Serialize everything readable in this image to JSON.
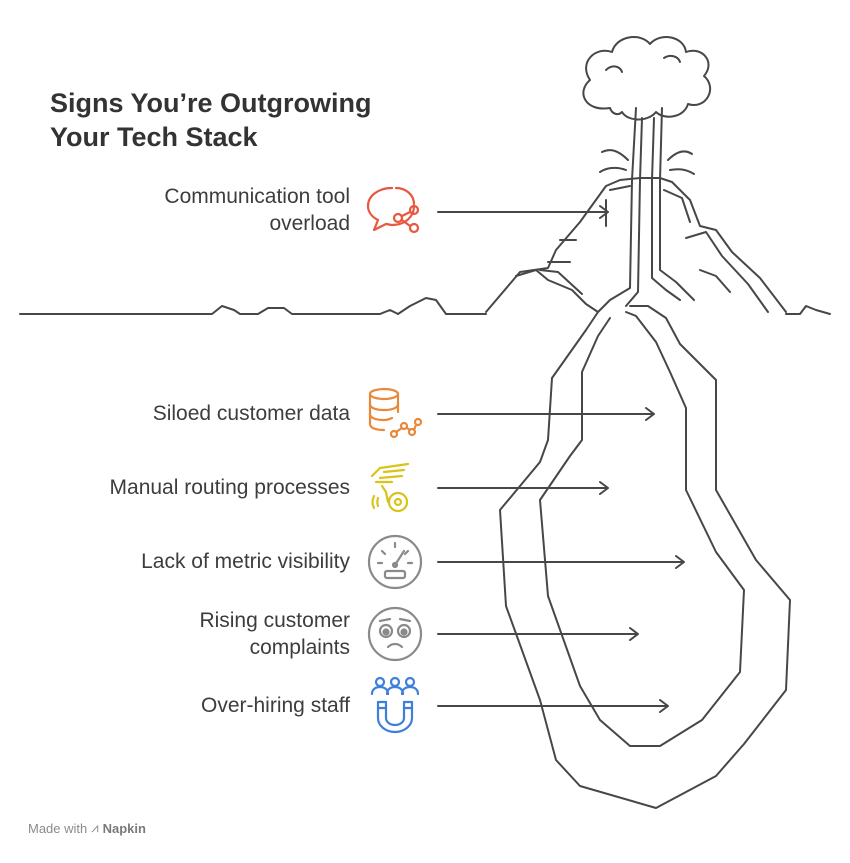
{
  "title_lines": [
    "Signs You’re Outgrowing",
    "Your Tech Stack"
  ],
  "items": [
    {
      "lines": [
        "Communication tool",
        "overload"
      ],
      "icon": "chat-share-icon",
      "color": "#e8573f"
    },
    {
      "lines": [
        "Siloed customer data"
      ],
      "icon": "database-chart-icon",
      "color": "#e8883a"
    },
    {
      "lines": [
        "Manual routing processes"
      ],
      "icon": "hand-dial-icon",
      "color": "#d9c31a"
    },
    {
      "lines": [
        "Lack of metric visibility"
      ],
      "icon": "gauge-icon",
      "color": "#8a8a8a"
    },
    {
      "lines": [
        "Rising customer",
        "complaints"
      ],
      "icon": "worried-face-icon",
      "color": "#8a8a8a"
    },
    {
      "lines": [
        "Over-hiring staff"
      ],
      "icon": "people-magnet-icon",
      "color": "#3f7fdc"
    }
  ],
  "footer": {
    "prefix": "Made with",
    "brand": "Napkin"
  }
}
